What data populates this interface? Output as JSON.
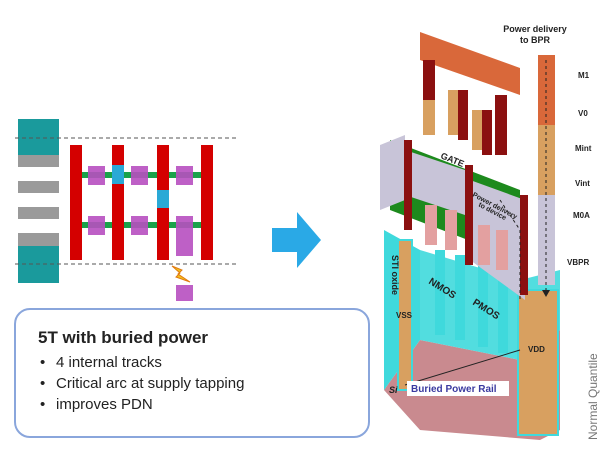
{
  "left_panel": {
    "title": "5T with buried power",
    "bullets": [
      "4 internal tracks",
      "Critical arc at supply tapping",
      "improves PDN"
    ]
  },
  "right_panel": {
    "power_to_bpr": [
      "Power delivery",
      "to BPR"
    ],
    "layers": [
      "M1",
      "V0",
      "Mint",
      "Vint",
      "M0A",
      "VBPR"
    ],
    "gate": "GATE",
    "power_to_device": [
      "Power delivery",
      "to device"
    ],
    "sti": "STI oxide",
    "nmos": "NMOS",
    "pmos": "PMOS",
    "vss": "VSS",
    "vdd": "VDD",
    "si": "Si",
    "bpr": "Buried Power Rail"
  },
  "side_text": "Normal Quantile",
  "colors": {
    "teal": "#1a9a9c",
    "red": "#d40000",
    "magenta": "#b84fc0",
    "green": "#1aa34a",
    "blue_arrow": "#2aa9e6",
    "copper": "#d9683a",
    "tan": "#d8a060",
    "cyan": "#3fd9dc",
    "pink": "#c98a8f"
  }
}
